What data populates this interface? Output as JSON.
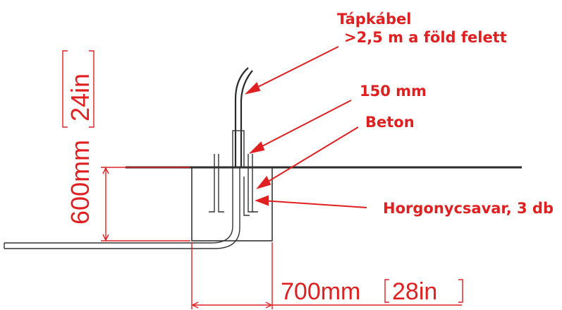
{
  "labels": {
    "power_cable_line1": "Tápkábel",
    "power_cable_line2": ">2,5 m a föld felett",
    "thickness": "150 mm",
    "concrete": "Beton",
    "anchor_bolts": "Horgonycsavar, 3 db"
  },
  "dimensions": {
    "depth_mm": "600mm",
    "depth_in": "24in",
    "width_mm": "700mm",
    "width_in": "28in"
  },
  "colors": {
    "annotation": "#e02020",
    "drawing": "#2a2a2a"
  }
}
